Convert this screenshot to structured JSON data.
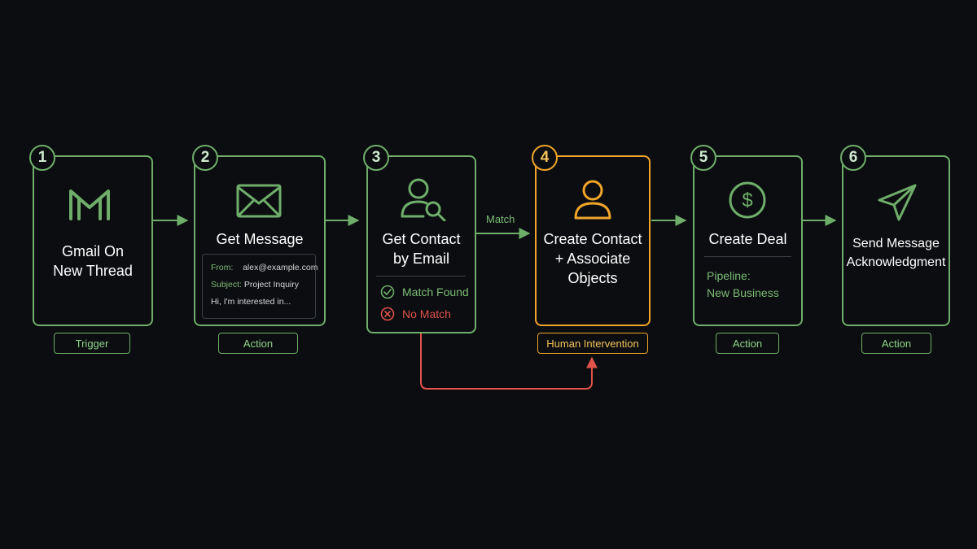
{
  "steps": [
    {
      "number": "1",
      "title_lines": [
        "Gmail On",
        "New Thread"
      ],
      "tag": "Trigger",
      "icon": "gmail-icon"
    },
    {
      "number": "2",
      "title_lines": [
        "Get Message"
      ],
      "tag": "Action",
      "icon": "envelope-icon"
    },
    {
      "number": "3",
      "title_lines": [
        "Get Contact",
        "by Email"
      ],
      "icon": "contact-search-icon"
    },
    {
      "number": "4",
      "title_lines": [
        "Create Contact",
        "+ Associate",
        "Objects"
      ],
      "tag": "Human Intervention",
      "icon": "person-icon"
    },
    {
      "number": "5",
      "title_lines": [
        "Create Deal"
      ],
      "tag": "Action",
      "icon": "dollar-icon"
    },
    {
      "number": "6",
      "title_lines": [
        "Send Message",
        "Acknowledgment"
      ],
      "tag": "Action",
      "icon": "send-icon"
    }
  ],
  "email_preview": {
    "from_label": "From:",
    "from_value": "alex@example.com",
    "subject_label": "Subject:",
    "subject_value": "Project Inquiry",
    "body": "Hi, I'm interested in..."
  },
  "contact_results": {
    "found": "Match Found",
    "none": "No Match"
  },
  "deal_info": {
    "pipeline_label": "Pipeline:",
    "pipeline_value": "New Business"
  },
  "connector_label": "Match",
  "colors": {
    "green": "#6fae6a",
    "orange": "#f0a52a",
    "red": "#e0524a",
    "background": "#0b0d10"
  }
}
